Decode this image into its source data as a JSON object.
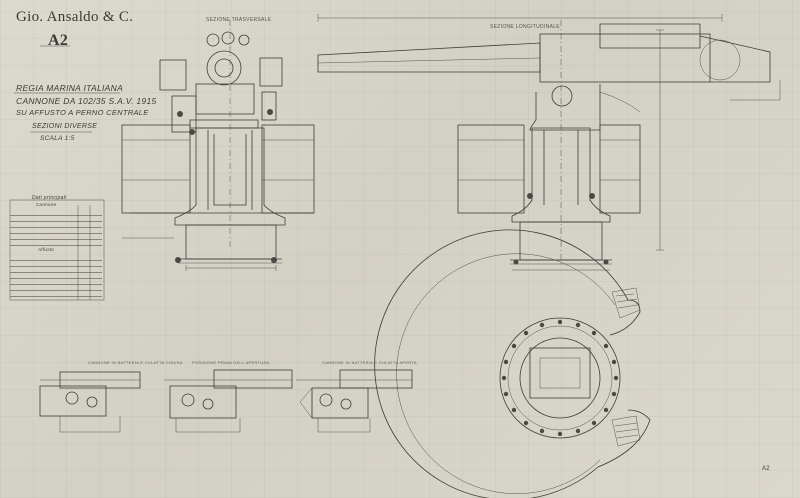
{
  "header": {
    "firm": "Gio. Ansaldo & C.",
    "drawing_code": "A2"
  },
  "title_block": {
    "line1": "REGIA MARINA ITALIANA",
    "line2": "CANNONE DA 102/35 S.A.V. 1915",
    "line3": "SU AFFUSTO A PERNO CENTRALE",
    "line4": "SEZIONI DIVERSE",
    "scale": "SCALA 1:5"
  },
  "view_labels": {
    "transverse": "SEZIONE TRASVERSALE",
    "longitudinal": "SEZIONE LONGITUDINALE",
    "breech_closed": "CANNONE IN BATTERIA E CULATTA CHIUSA",
    "opening": "POSIZIONE PRIMA DELL'APERTURA",
    "breech_open": "CANNONE IN BATTERIA E CULATTA APERTA"
  },
  "data_table": {
    "title": "Dati principali",
    "cannone_header": "Cannone",
    "affusto_header": "Affusto"
  },
  "footer": {
    "sheet_code": "A2"
  }
}
